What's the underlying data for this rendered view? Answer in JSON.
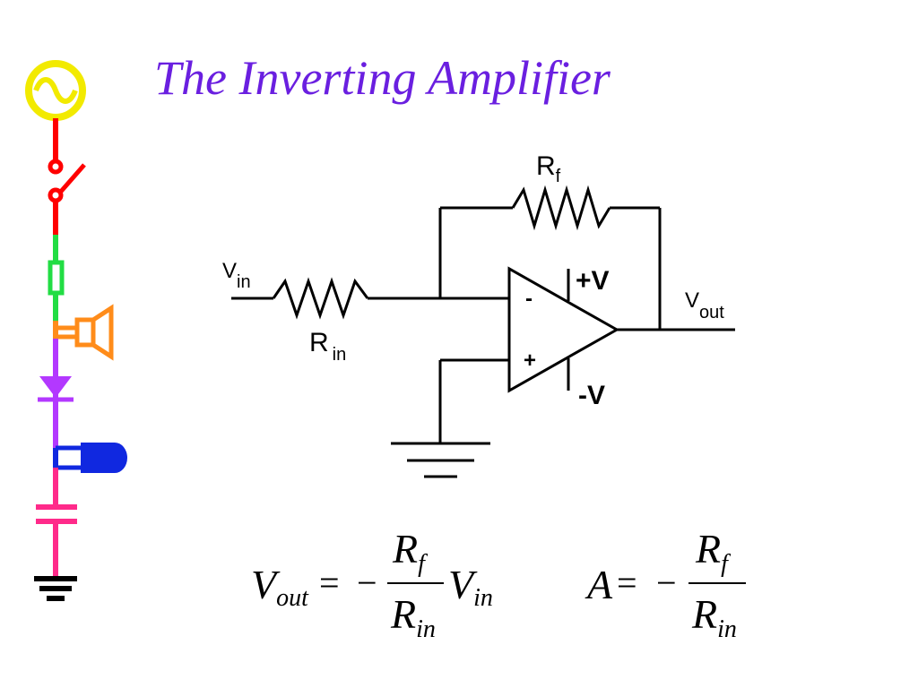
{
  "slide": {
    "title": "The Inverting Amplifier"
  },
  "circuit": {
    "rf_label": "R",
    "rf_sub": "f",
    "rin_label": "R",
    "rin_sub": "in",
    "vin_label": "V",
    "vin_sub": "in",
    "vout_label": "V",
    "vout_sub": "out",
    "plus_v": "+V",
    "minus_v": "-V",
    "inv_input": "-",
    "noninv_input": "+"
  },
  "equations": {
    "gain_eq": {
      "lhs": "V",
      "lhs_sub": "out",
      "equals": "=",
      "minus": "−",
      "num": "R",
      "num_sub": "f",
      "den": "R",
      "den_sub": "in",
      "rhs": "V",
      "rhs_sub": "in"
    },
    "a_eq": {
      "lhs": "A",
      "equals": "=",
      "minus": "−",
      "num": "R",
      "num_sub": "f",
      "den": "R",
      "den_sub": "in"
    }
  },
  "colors": {
    "title": "#6a1fe0",
    "source": "#f2ea00",
    "switch": "#ff0000",
    "fuse": "#22dd44",
    "speaker": "#ff8c1a",
    "diode": "#b338ff",
    "lamp": "#1028e0",
    "capacitor": "#ff2a8a",
    "ground": "#000000"
  },
  "icons": [
    "ac-source-icon",
    "switch-icon",
    "fuse-icon",
    "speaker-icon",
    "diode-icon",
    "lamp-icon",
    "capacitor-icon",
    "ground-icon"
  ]
}
